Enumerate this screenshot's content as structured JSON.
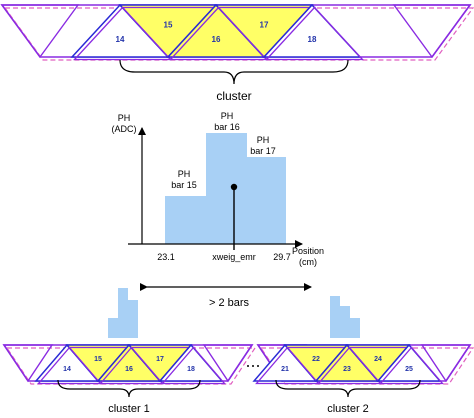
{
  "top_array": {
    "bars": [
      {
        "num": "14",
        "hit": false
      },
      {
        "num": "15",
        "hit": true
      },
      {
        "num": "16",
        "hit": true
      },
      {
        "num": "17",
        "hit": true
      },
      {
        "num": "18",
        "hit": false
      }
    ],
    "brace_label": "cluster"
  },
  "histogram": {
    "y_label_line1": "PH",
    "y_label_line2": "(ADC)",
    "x_label_line1": "Position",
    "x_label_line2": "(cm)",
    "tick_left": "23.1",
    "tick_mid": "xweig_emr",
    "tick_right": "29.7",
    "bars": [
      {
        "label_line1": "PH",
        "label_line2": "bar 15"
      },
      {
        "label_line1": "PH",
        "label_line2": "bar 16"
      },
      {
        "label_line1": "PH",
        "label_line2": "bar 17"
      }
    ]
  },
  "separation": {
    "label": "> 2 bars"
  },
  "bottom_left": {
    "bars": [
      {
        "num": "14",
        "hit": false
      },
      {
        "num": "15",
        "hit": true
      },
      {
        "num": "16",
        "hit": true
      },
      {
        "num": "17",
        "hit": true
      },
      {
        "num": "18",
        "hit": false
      }
    ],
    "brace_label": "cluster 1"
  },
  "bottom_right": {
    "bars": [
      {
        "num": "21",
        "hit": false
      },
      {
        "num": "22",
        "hit": true
      },
      {
        "num": "23",
        "hit": true
      },
      {
        "num": "24",
        "hit": true
      },
      {
        "num": "25",
        "hit": false
      }
    ],
    "brace_label": "cluster 2"
  },
  "colors": {
    "hit_fill": "#ffff66",
    "outline_purple": "#8a2be2",
    "outline_blue": "#2a2ad6",
    "dashed_pink": "#e060c0",
    "bar_blue": "#a8d0f5",
    "number_blue": "#2233aa"
  }
}
